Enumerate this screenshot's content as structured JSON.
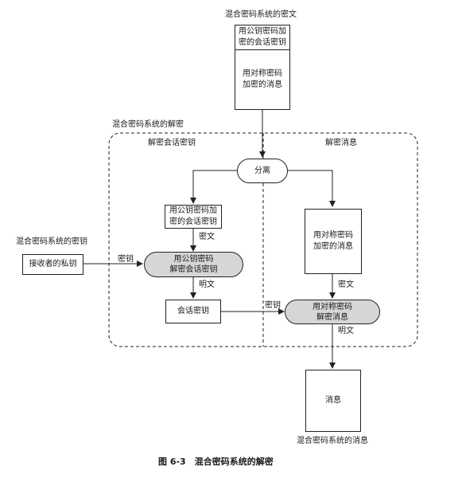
{
  "caption": "图 6-3　混合密码系统的解密",
  "top": {
    "label": "混合密码系统的密文",
    "key_part": [
      "用公钥密码加",
      "密的会话密钥"
    ],
    "msg_part": [
      "用对称密码",
      "加密的消息"
    ]
  },
  "region": {
    "title": "混合密码系统的解密",
    "left_title": "解密会话密钥",
    "right_title": "解密消息"
  },
  "split_node": "分离",
  "left": {
    "enc_key": [
      "用公钥密码加",
      "密的会话密钥"
    ],
    "ciphertext_label": "密文",
    "decrypt": [
      "用公钥密码",
      "解密会话密钥"
    ],
    "plaintext_label": "明文",
    "session_key": "会话密钥"
  },
  "private_key": {
    "label": "混合密码系统的密钥",
    "box": "接收者的私钥",
    "key_label": "密钥"
  },
  "right": {
    "enc_msg": [
      "用对称密码",
      "加密的消息"
    ],
    "ciphertext_label": "密文",
    "key_label": "密钥",
    "decrypt": [
      "用对称密码",
      "解密消息"
    ],
    "plaintext_label": "明文"
  },
  "output": {
    "box": "消息",
    "label": "混合密码系统的消息"
  }
}
